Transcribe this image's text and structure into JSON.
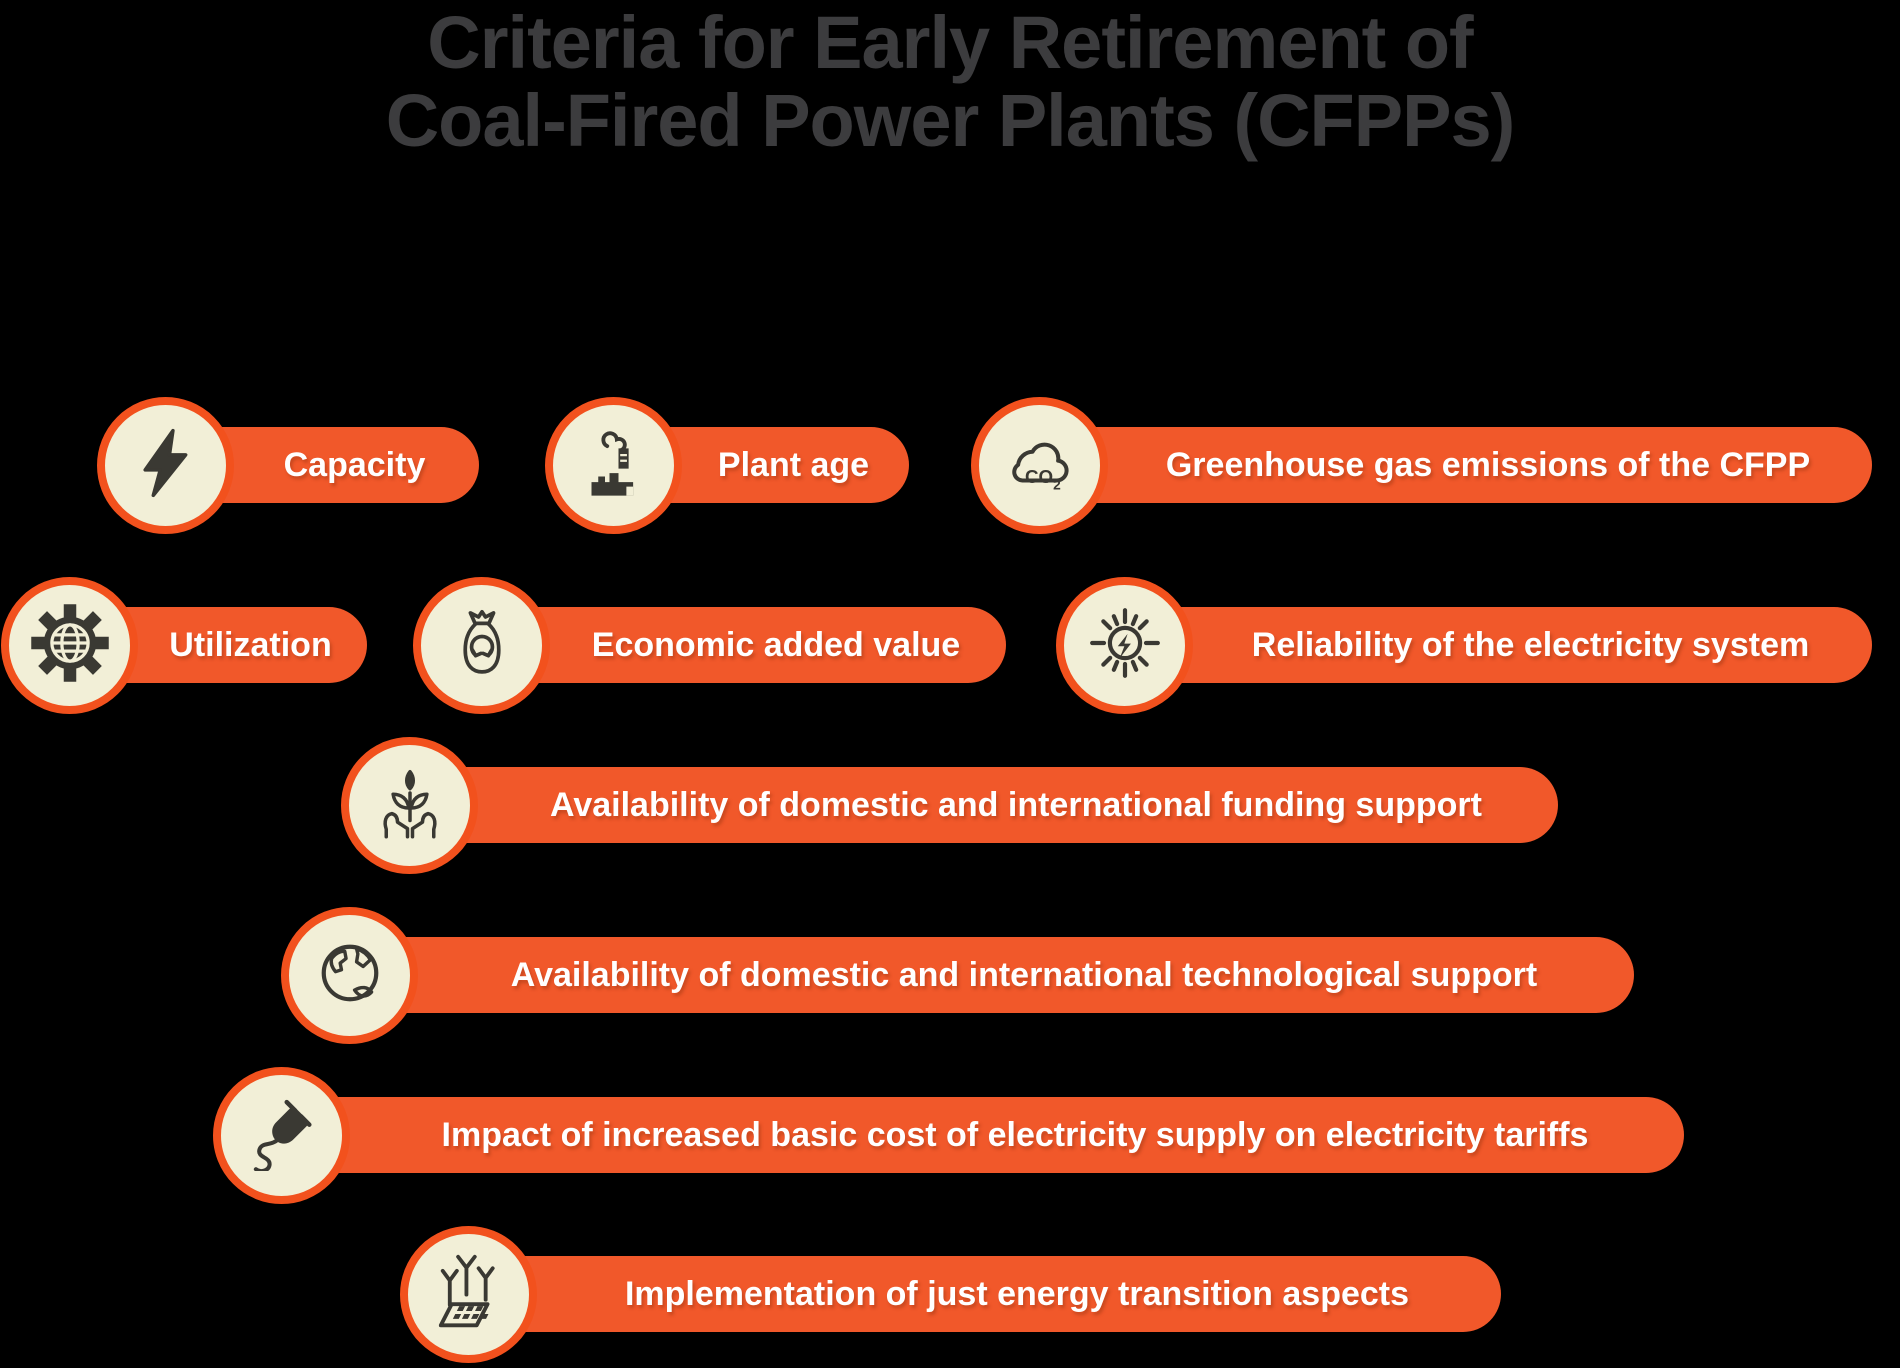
{
  "title": {
    "line1": "Criteria for Early Retirement of",
    "line2": "Coal-Fired Power Plants (CFPPs)"
  },
  "colors": {
    "background": "#000000",
    "pill_orange": "#F1582A",
    "circle_ring_orange": "#F2511D",
    "circle_cream": "#F2EFD7",
    "icon_dark": "#3A3933",
    "title_gray": "#3C3C3E",
    "label_white": "#FFFFFF"
  },
  "items": [
    {
      "label": "Capacity",
      "icon": "lightning-bolt-icon"
    },
    {
      "label": "Plant age",
      "icon": "factory-icon"
    },
    {
      "label": "Greenhouse gas emissions of the CFPP",
      "icon": "co2-cloud-icon"
    },
    {
      "label": "Utilization",
      "icon": "gear-globe-icon"
    },
    {
      "label": "Economic added value",
      "icon": "recycle-bag-icon"
    },
    {
      "label": "Reliability of the electricity system",
      "icon": "sun-electricity-icon"
    },
    {
      "label": "Availability of domestic and international funding support",
      "icon": "hands-plant-icon"
    },
    {
      "label": "Availability of domestic and international technological support",
      "icon": "earth-globe-icon"
    },
    {
      "label": "Impact of increased basic cost of electricity supply on electricity tariffs",
      "icon": "power-plug-icon"
    },
    {
      "label": "Implementation of just energy transition aspects",
      "icon": "renewable-energy-icon"
    }
  ]
}
